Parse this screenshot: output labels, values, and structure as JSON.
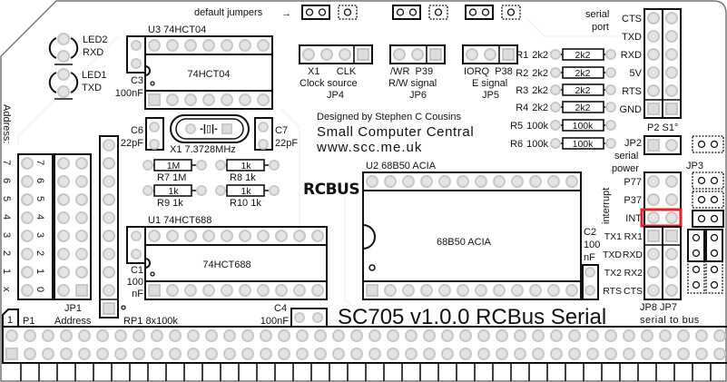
{
  "board": {
    "title": "SC705 v1.0.0 RCBus Serial",
    "logo": "RCBUS",
    "designer": "Designed by Stephen C Cousins",
    "company": "Small Computer Central",
    "website": "www.scc.me.uk",
    "default_jumpers": "default jumpers",
    "default_arrow": "→"
  },
  "leds": [
    {
      "ref": "LED2",
      "signal": "RXD"
    },
    {
      "ref": "LED1",
      "signal": "TXD"
    }
  ],
  "u3": {
    "label": "U3  74HCT04",
    "body": "74HCT04"
  },
  "c3": {
    "ref": "C3",
    "value": "100nF"
  },
  "c6": {
    "ref": "C6",
    "value": "22pF"
  },
  "c7": {
    "ref": "C7",
    "value": "22pF"
  },
  "x1": {
    "label": "X1  7.3728MHz",
    "symbol": "-|□|-"
  },
  "small_resistors": [
    {
      "label": "R7  1M",
      "value": "1M"
    },
    {
      "label": "R8  1k",
      "value": "1k"
    },
    {
      "label": "R9  1k",
      "value": "1k"
    },
    {
      "label": "R10  1k",
      "value": "1k"
    }
  ],
  "jp4": {
    "pins": "X1      CLK",
    "desc": "Clock source",
    "ref": "JP4"
  },
  "jp6": {
    "pins": "/WR  P39",
    "desc": "R/W signal",
    "ref": "JP6"
  },
  "jp5": {
    "pins": "IORQ  P38",
    "desc": "E signal",
    "ref": "JP5"
  },
  "serial_resistors": [
    {
      "ref": "R1",
      "value": "2k2"
    },
    {
      "ref": "R2",
      "value": "2k2"
    },
    {
      "ref": "R3",
      "value": "2k2"
    },
    {
      "ref": "R4",
      "value": "2k2"
    },
    {
      "ref": "R5",
      "value": "100k"
    },
    {
      "ref": "R6",
      "value": "100k"
    }
  ],
  "serial_port": {
    "label_1": "serial",
    "label_2": "port",
    "pins": [
      "CTS",
      "TXD",
      "RXD",
      "5V",
      "RTS",
      "GND"
    ],
    "footer": "P2  S1°"
  },
  "jp2": {
    "ref": "JP2",
    "desc_1": "serial",
    "desc_2": "power"
  },
  "jp3": {
    "ref": "JP3"
  },
  "interrupt": {
    "label": "interrupt",
    "pins": [
      "P77",
      "P37",
      "INT"
    ]
  },
  "jp8_jp7": {
    "pins": [
      "TX1",
      "RX1",
      "TXD",
      "RXD",
      "TX2",
      "RX2",
      "RTS",
      "CTS"
    ],
    "refs": "JP8 JP7",
    "desc": "serial to bus"
  },
  "u2": {
    "label": "U2   68B50  ACIA",
    "body": "68B50  ACIA"
  },
  "c2": {
    "ref": "C2",
    "value_1": "100",
    "value_2": "nF"
  },
  "address": {
    "label": "Address:",
    "outer_digits": [
      "7",
      "6",
      "5",
      "4",
      "3",
      "2",
      "1",
      "x"
    ],
    "inner_digits": [
      "7",
      "6",
      "5",
      "4",
      "3",
      "2",
      "1",
      "0"
    ],
    "jp1_ref": "JP1",
    "jp1_desc": "Address"
  },
  "rp1": {
    "label": "RP1  8x100k"
  },
  "u1": {
    "label": "U1   74HCT688",
    "body": "74HCT688"
  },
  "c1": {
    "ref": "C1",
    "value_1": "100",
    "value_2": "nF"
  },
  "c4": {
    "ref": "C4",
    "value": "100nF"
  },
  "p1": {
    "pin1": "1",
    "ref": "P1"
  },
  "highlight_color": "#e8202a"
}
